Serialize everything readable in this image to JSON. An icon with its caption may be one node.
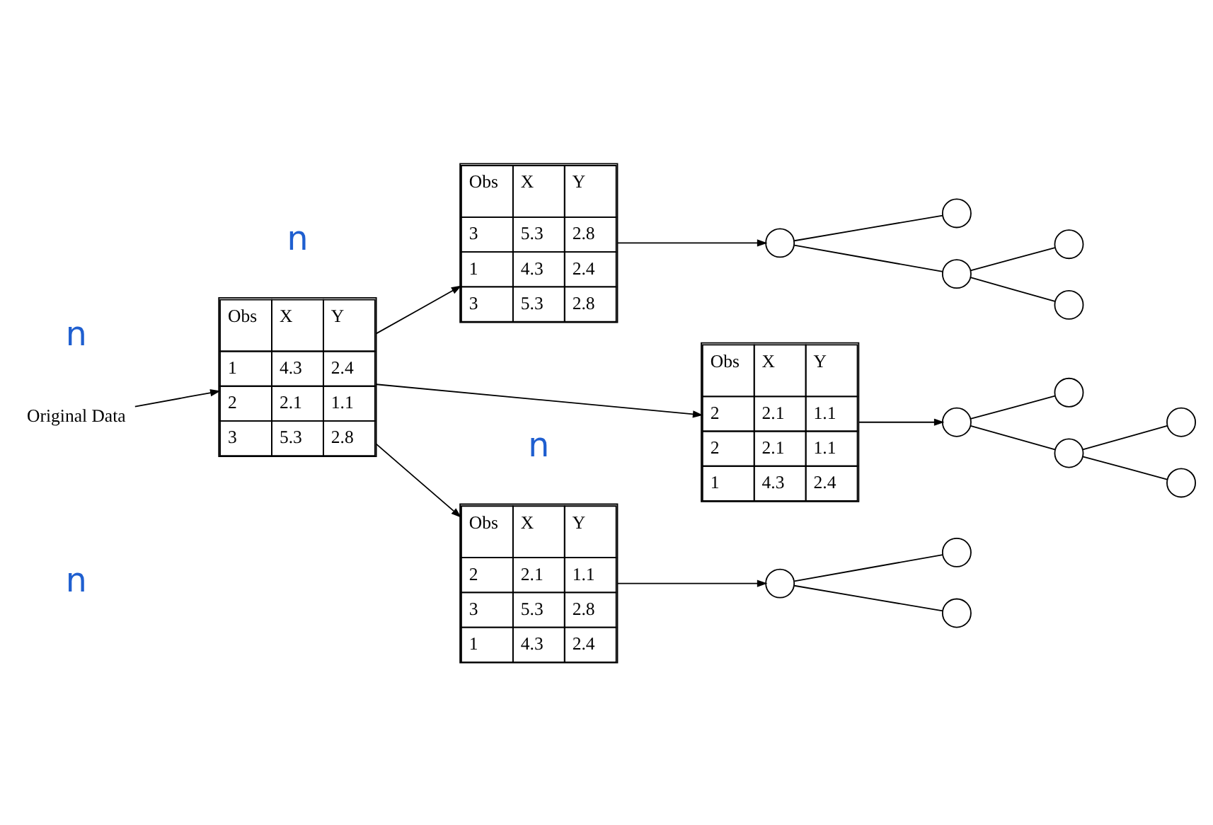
{
  "diagram": {
    "nodes": [
      {
        "text": [
          "Obs",
          "X",
          "Y",
          "1",
          "4.3",
          "2.4",
          "2",
          "2.1",
          "1.1",
          "3",
          "5.3",
          "2.8"
        ]
      },
      {
        "text": [
          "Original Data"
        ]
      },
      {
        "text": [
          "Obs",
          "X",
          "Y",
          "3",
          "5.3",
          "2.8",
          "1",
          "4.3",
          "2.4",
          "3",
          "5.3",
          "2.8"
        ]
      },
      {
        "text": [
          "Obs",
          "X",
          "Y",
          "2",
          "2.1",
          "1.1",
          "3",
          "5.3",
          "2.8",
          "1",
          "4.3",
          "2.4"
        ]
      },
      {
        "text": [
          "Obs",
          "X",
          "Y",
          "2",
          "2.1",
          "1.1",
          "2",
          "2.1",
          "1.1",
          "1",
          "4.3",
          "2.4"
        ]
      },
      {
        "text": [],
        "shape": "circle"
      },
      {
        "text": [],
        "shape": "circle"
      },
      {
        "text": [],
        "shape": "circle"
      },
      {
        "text": [],
        "shape": "circle"
      },
      {
        "text": [],
        "shape": "circle"
      },
      {
        "text": [],
        "shape": "circle"
      },
      {
        "text": [],
        "shape": "circle"
      },
      {
        "text": [],
        "shape": "circle"
      },
      {
        "text": [],
        "shape": "circle"
      },
      {
        "text": [],
        "shape": "circle"
      },
      {
        "text": [],
        "shape": "circle"
      },
      {
        "text": [],
        "shape": "circle"
      },
      {
        "text": [],
        "shape": "circle"
      }
    ],
    "edges": [
      {
        "from": 1,
        "to": 0,
        "arrow": "to"
      },
      {
        "from": 0,
        "to": 2,
        "arrow": "to"
      },
      {
        "from": 0,
        "to": 3,
        "arrow": "to"
      },
      {
        "from": 0,
        "to": 4,
        "arrow": "to"
      },
      {
        "from": 2,
        "to": 5,
        "arrow": "to"
      },
      {
        "from": 3,
        "to": 10,
        "arrow": "to"
      },
      {
        "from": 4,
        "to": 13,
        "arrow": "to"
      },
      {
        "from": 5,
        "to": 6,
        "arrow": "none"
      },
      {
        "from": 5,
        "to": 7,
        "arrow": "none"
      },
      {
        "from": 6,
        "to": 8,
        "arrow": "none"
      },
      {
        "from": 6,
        "to": 9,
        "arrow": "none"
      },
      {
        "from": 10,
        "to": 11,
        "arrow": "none"
      },
      {
        "from": 10,
        "to": 12,
        "arrow": "none"
      },
      {
        "from": 13,
        "to": 14,
        "arrow": "none"
      },
      {
        "from": 13,
        "to": 15,
        "arrow": "none"
      },
      {
        "from": 15,
        "to": 16,
        "arrow": "none"
      },
      {
        "from": 15,
        "to": 17,
        "arrow": "none"
      }
    ],
    "labels": [
      "n",
      "n",
      "n",
      "n"
    ]
  }
}
